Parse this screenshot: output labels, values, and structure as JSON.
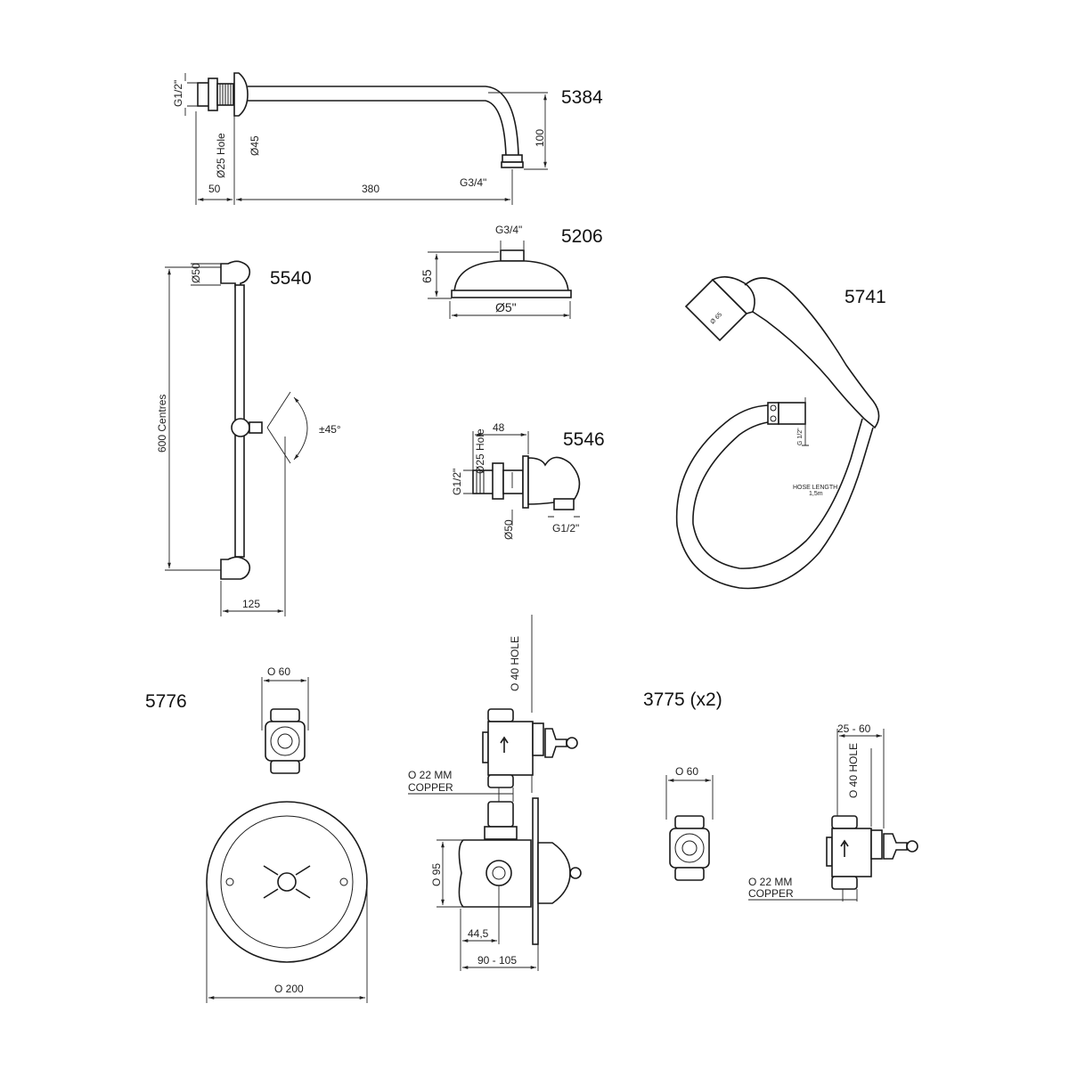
{
  "products": {
    "arm": {
      "code": "5384",
      "g_inlet": "G1/2\"",
      "hole": "Ø25 Hole",
      "flange": "Ø45",
      "drop": "100",
      "g_outlet": "G3/4\"",
      "backplate_depth": "50",
      "projection": "380"
    },
    "head": {
      "code": "5206",
      "g_inlet": "G3/4\"",
      "height": "65",
      "diameter": "Ø5\""
    },
    "rail": {
      "code": "5540",
      "bracket": "Ø50",
      "centres": "600 Centres",
      "angle": "±45°",
      "projection": "125"
    },
    "elbow": {
      "code": "5546",
      "depth": "48",
      "hole": "Ø25 Hole",
      "g_inlet": "G1/2\"",
      "plate": "Ø50",
      "g_outlet": "G1/2\""
    },
    "handset": {
      "code": "5741",
      "head_dia": "Ø 65",
      "g_inlet": "G 1/2\"",
      "hose_label": "HOSE LENGTH",
      "hose_length": "1,5m"
    },
    "thermostatic": {
      "code": "5776",
      "valve_width": "O 60",
      "hole": "O 40 HOLE",
      "copper_dia": "O 22 MM",
      "copper": "COPPER",
      "body_dia": "O 95",
      "offset": "44,5",
      "depth_range": "90 - 105",
      "plate": "O 200"
    },
    "stop_valve": {
      "code": "3775 (x2)",
      "valve_width": "O 60",
      "depth_range": "25 - 60",
      "hole": "O 40 HOLE",
      "copper_dia": "O 22 MM",
      "copper": "COPPER"
    }
  }
}
